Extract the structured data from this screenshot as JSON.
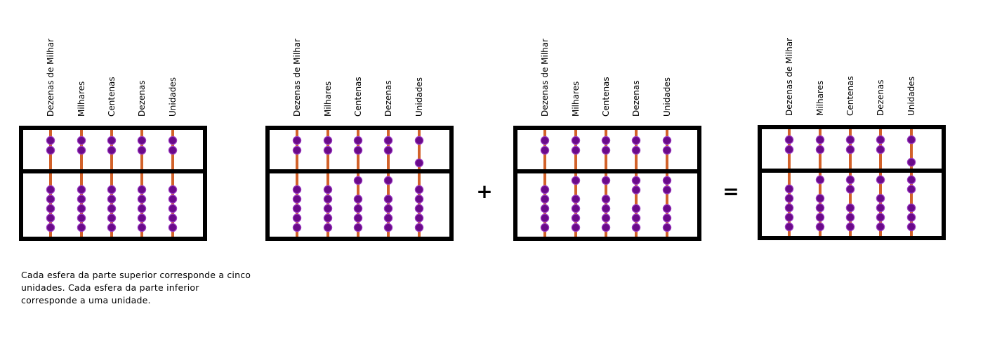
{
  "columns": [
    "Dezenas de Milhar",
    "Milhares",
    "Centenas",
    "Dezenas",
    "Unidades"
  ],
  "operators": {
    "plus": "+",
    "equals": "="
  },
  "caption": "Cada esfera da parte superior corresponde a cinco unidades. Cada esfera da parte inferior corresponde a uma unidade.",
  "colors": {
    "frame": "#000000",
    "rod": "#d2622a",
    "bead": "#6a0a8a",
    "bead_edge": "#9a3ac0"
  },
  "abacuses": [
    {
      "name": "abacus-empty",
      "upper_active": [
        0,
        0,
        0,
        0,
        0
      ],
      "lower_active": [
        0,
        0,
        0,
        0,
        0
      ]
    },
    {
      "name": "abacus-first",
      "upper_active": [
        0,
        0,
        0,
        0,
        1
      ],
      "lower_active": [
        0,
        0,
        1,
        1,
        0
      ]
    },
    {
      "name": "abacus-second",
      "upper_active": [
        0,
        0,
        0,
        0,
        0
      ],
      "lower_active": [
        0,
        1,
        1,
        2,
        2
      ]
    },
    {
      "name": "abacus-result",
      "upper_active": [
        0,
        0,
        0,
        0,
        1
      ],
      "lower_active": [
        0,
        1,
        2,
        1,
        2
      ]
    }
  ]
}
